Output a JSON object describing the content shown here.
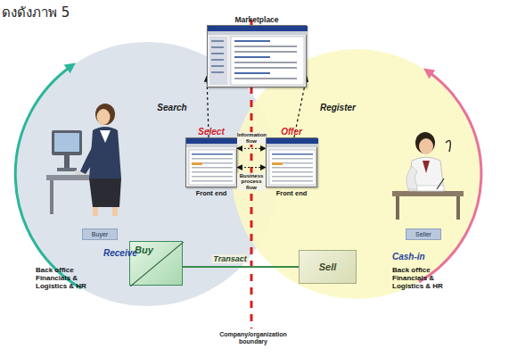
{
  "diagram": {
    "nodes": [
      {
        "text": [
          "Marketplace"
        ]
      },
      {
        "text": [
          "Buyer"
        ]
      },
      {
        "text": [
          "Seller"
        ]
      },
      {
        "text": [
          "Select",
          "Front end"
        ]
      },
      {
        "text": [
          "Offer",
          "Front end"
        ]
      },
      {
        "text": [
          "Buy"
        ]
      },
      {
        "text": [
          "Sell"
        ]
      }
    ],
    "edges": [
      {
        "from": 3,
        "to": 0,
        "label": "Search",
        "arrow": "to"
      },
      {
        "from": 4,
        "to": 0,
        "label": "Register",
        "arrow": "to"
      },
      {
        "from": 3,
        "to": 4,
        "label": "Information flow",
        "arrow": "both"
      },
      {
        "from": 3,
        "to": 4,
        "label": "Business process flow",
        "arrow": "both"
      },
      {
        "from": 5,
        "to": 6,
        "label": "Transact",
        "arrow": "none"
      }
    ],
    "labels": [
      "ดงดังภาพ 5",
      "Receive",
      "Back office Financials & Logistics & HR",
      "Cash-in",
      "Back office Financials & Logistics & HR",
      "Company/organization boundary"
    ]
  }
}
